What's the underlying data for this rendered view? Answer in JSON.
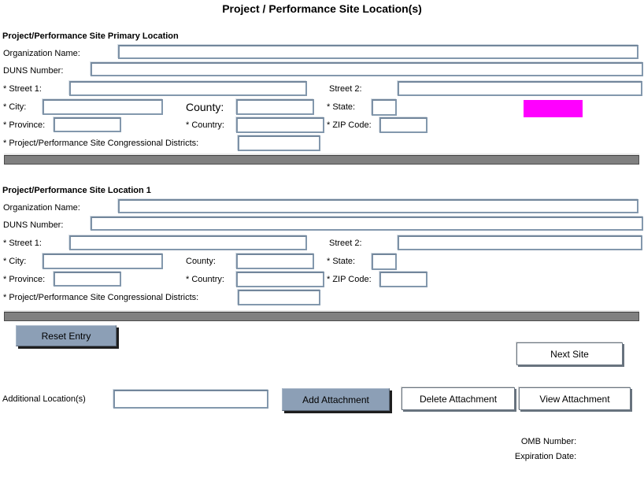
{
  "page_title": "Project / Performance Site Location(s)",
  "colors": {
    "highlight_magenta": "#FF00FF",
    "button_blue": "#8C9FB6",
    "divider_gray": "#808080",
    "input_border": "#8398AD"
  },
  "sections": [
    {
      "heading": "Project/Performance Site Primary Location",
      "labels": {
        "organization_name": "Organization Name:",
        "duns": "DUNS Number:",
        "street1": "* Street 1:",
        "street2": "Street 2:",
        "city": "* City:",
        "county": "County:",
        "state": "* State:",
        "province": "* Province:",
        "country": "* Country:",
        "zip": "* ZIP Code:",
        "districts": "* Project/Performance Site Congressional Districts:"
      },
      "values": {
        "organization_name": "",
        "duns": "",
        "street1": "",
        "street2": "",
        "city": "",
        "county": "",
        "state": "",
        "province": "",
        "country": "",
        "zip": "",
        "districts": ""
      }
    },
    {
      "heading": "Project/Performance Site Location 1",
      "labels": {
        "organization_name": "Organization Name:",
        "duns": "DUNS Number:",
        "street1": "* Street 1:",
        "street2": "Street 2:",
        "city": "* City:",
        "county": "County:",
        "state": "* State:",
        "province": "* Province:",
        "country": "* Country:",
        "zip": "* ZIP Code:",
        "districts": "* Project/Performance Site Congressional Districts:"
      },
      "values": {
        "organization_name": "",
        "duns": "",
        "street1": "",
        "street2": "",
        "city": "",
        "county": "",
        "state": "",
        "province": "",
        "country": "",
        "zip": "",
        "districts": ""
      }
    }
  ],
  "actions": {
    "reset": "Reset Entry",
    "next_site": "Next Site",
    "add_attachment": "Add Attachment",
    "delete_attachment": "Delete Attachment",
    "view_attachment": "View Attachment"
  },
  "footer": {
    "additional_locations_label": "Additional Location(s)",
    "additional_locations_value": "",
    "omb_number_label": "OMB Number:",
    "expiration_date_label": "Expiration Date:"
  }
}
